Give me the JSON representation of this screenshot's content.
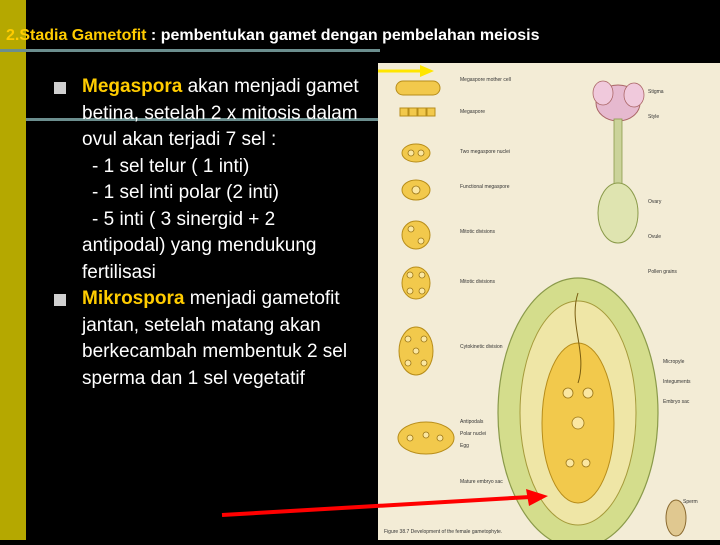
{
  "slide": {
    "title_part1": "2.Stadia Gametofit",
    "title_part2": " : pembentukan gamet dengan pembelahan meiosis"
  },
  "bullets": {
    "megaspora_term": "Megaspora",
    "megaspora_text": " akan menjadi gamet betina, setelah 2 x mitosis  dalam ovul  akan terjadi 7 sel :",
    "sub1": "- 1 sel telur ( 1 inti)",
    "sub2": "- 1 sel inti polar (2 inti)",
    "sub3": "- 5 inti ( 3 sinergid + 2",
    "cont": "antipodal) yang mendukung fertilisasi",
    "mikrospora_term": "Mikrospora",
    "mikrospora_text": " menjadi gametofit jantan, setelah matang akan berkecambah membentuk 2 sel sperma dan 1 sel vegetatif"
  },
  "figure": {
    "labels": {
      "l1": "Megaspore mother cell",
      "l2": "Megaspore",
      "l3": "Two megaspore nuclei",
      "l4": "Functional megaspore",
      "l5": "Mitotic divisions",
      "l6": "Mitotic divisions",
      "l7": "Cytokinetic division",
      "l8": "Antipodals",
      "l9": "Polar nuclei",
      "l10": "Egg",
      "l11": "Mature embryo sac",
      "r1": "Stigma",
      "r2": "Style",
      "r3": "Ovary",
      "r4": "Ovule",
      "r5": "Pollen grains",
      "r6": "Micropyle",
      "r7": "Integuments",
      "r8": "Embryo sac",
      "r9": "Sperm"
    },
    "caption": "Figure 38.7 Development of the female gametophyte."
  },
  "colors": {
    "accent_band": "#b5a800",
    "title_highlight": "#ffcc00",
    "arrow_yellow": "#ffe600",
    "arrow_red": "#ff0000"
  }
}
